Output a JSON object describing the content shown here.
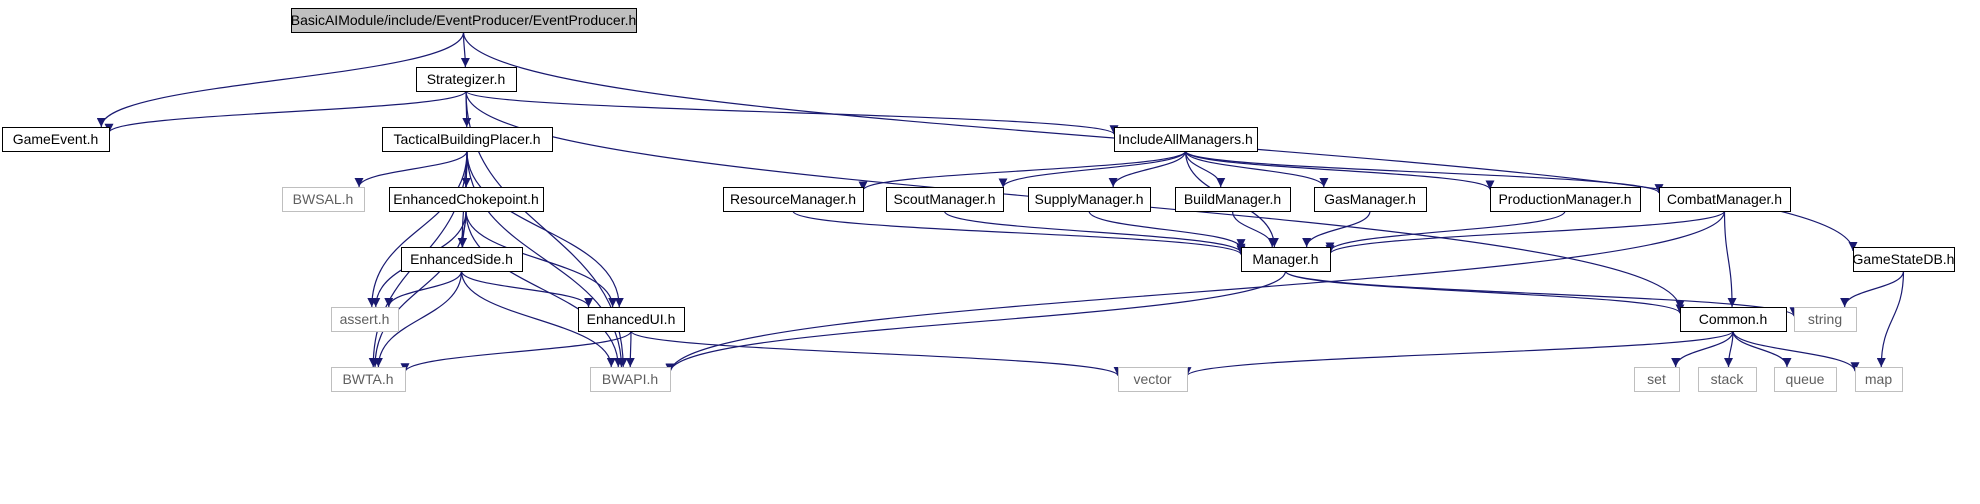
{
  "colors": {
    "edge": "#191970",
    "node_border": "#000000",
    "node_border_external": "#bfbfbf",
    "node_fill": "#ffffff",
    "node_fill_root": "#bfbfbf",
    "label": "#000000",
    "label_external": "#5f5f5f"
  },
  "nodes": [
    {
      "id": "root",
      "label": "BasicAIModule/include/EventProducer/EventProducer.h",
      "kind": "root"
    },
    {
      "id": "strategizer",
      "label": "Strategizer.h",
      "kind": "local"
    },
    {
      "id": "gameevent",
      "label": "GameEvent.h",
      "kind": "local"
    },
    {
      "id": "tactical",
      "label": "TacticalBuildingPlacer.h",
      "kind": "local"
    },
    {
      "id": "includeall",
      "label": "IncludeAllManagers.h",
      "kind": "local"
    },
    {
      "id": "bwsal",
      "label": "BWSAL.h",
      "kind": "external"
    },
    {
      "id": "echoke",
      "label": "EnhancedChokepoint.h",
      "kind": "local"
    },
    {
      "id": "resource",
      "label": "ResourceManager.h",
      "kind": "local"
    },
    {
      "id": "scout",
      "label": "ScoutManager.h",
      "kind": "local"
    },
    {
      "id": "supply",
      "label": "SupplyManager.h",
      "kind": "local"
    },
    {
      "id": "build",
      "label": "BuildManager.h",
      "kind": "local"
    },
    {
      "id": "gas",
      "label": "GasManager.h",
      "kind": "local"
    },
    {
      "id": "production",
      "label": "ProductionManager.h",
      "kind": "local"
    },
    {
      "id": "combat",
      "label": "CombatManager.h",
      "kind": "local"
    },
    {
      "id": "gamestate",
      "label": "GameStateDB.h",
      "kind": "local"
    },
    {
      "id": "eside",
      "label": "EnhancedSide.h",
      "kind": "local"
    },
    {
      "id": "manager",
      "label": "Manager.h",
      "kind": "local"
    },
    {
      "id": "assert",
      "label": "assert.h",
      "kind": "external"
    },
    {
      "id": "eui",
      "label": "EnhancedUI.h",
      "kind": "local"
    },
    {
      "id": "common",
      "label": "Common.h",
      "kind": "local"
    },
    {
      "id": "string",
      "label": "string",
      "kind": "external"
    },
    {
      "id": "bwta",
      "label": "BWTA.h",
      "kind": "external"
    },
    {
      "id": "bwapi",
      "label": "BWAPI.h",
      "kind": "external"
    },
    {
      "id": "vector",
      "label": "vector",
      "kind": "external"
    },
    {
      "id": "set",
      "label": "set",
      "kind": "external"
    },
    {
      "id": "stack",
      "label": "stack",
      "kind": "external"
    },
    {
      "id": "queue",
      "label": "queue",
      "kind": "external"
    },
    {
      "id": "map",
      "label": "map",
      "kind": "external"
    }
  ],
  "edges": [
    [
      "root",
      "strategizer"
    ],
    [
      "root",
      "gameevent"
    ],
    [
      "root",
      "gamestate"
    ],
    [
      "strategizer",
      "gameevent"
    ],
    [
      "strategizer",
      "tactical"
    ],
    [
      "strategizer",
      "includeall"
    ],
    [
      "strategizer",
      "common"
    ],
    [
      "strategizer",
      "bwapi"
    ],
    [
      "tactical",
      "bwsal"
    ],
    [
      "tactical",
      "echoke"
    ],
    [
      "tactical",
      "eside"
    ],
    [
      "tactical",
      "assert"
    ],
    [
      "tactical",
      "eui"
    ],
    [
      "tactical",
      "bwta"
    ],
    [
      "tactical",
      "bwapi"
    ],
    [
      "echoke",
      "eside"
    ],
    [
      "echoke",
      "assert"
    ],
    [
      "echoke",
      "eui"
    ],
    [
      "echoke",
      "bwta"
    ],
    [
      "echoke",
      "bwapi"
    ],
    [
      "eside",
      "assert"
    ],
    [
      "eside",
      "eui"
    ],
    [
      "eside",
      "bwta"
    ],
    [
      "eside",
      "bwapi"
    ],
    [
      "eui",
      "bwta"
    ],
    [
      "eui",
      "bwapi"
    ],
    [
      "eui",
      "vector"
    ],
    [
      "includeall",
      "resource"
    ],
    [
      "includeall",
      "scout"
    ],
    [
      "includeall",
      "supply"
    ],
    [
      "includeall",
      "build"
    ],
    [
      "includeall",
      "gas"
    ],
    [
      "includeall",
      "production"
    ],
    [
      "includeall",
      "combat"
    ],
    [
      "includeall",
      "manager"
    ],
    [
      "resource",
      "manager"
    ],
    [
      "scout",
      "manager"
    ],
    [
      "supply",
      "manager"
    ],
    [
      "build",
      "manager"
    ],
    [
      "gas",
      "manager"
    ],
    [
      "production",
      "manager"
    ],
    [
      "combat",
      "manager"
    ],
    [
      "combat",
      "common"
    ],
    [
      "combat",
      "bwapi"
    ],
    [
      "manager",
      "bwapi"
    ],
    [
      "manager",
      "common"
    ],
    [
      "manager",
      "string"
    ],
    [
      "common",
      "vector"
    ],
    [
      "common",
      "set"
    ],
    [
      "common",
      "stack"
    ],
    [
      "common",
      "queue"
    ],
    [
      "common",
      "map"
    ],
    [
      "gamestate",
      "string"
    ],
    [
      "gamestate",
      "map"
    ]
  ]
}
